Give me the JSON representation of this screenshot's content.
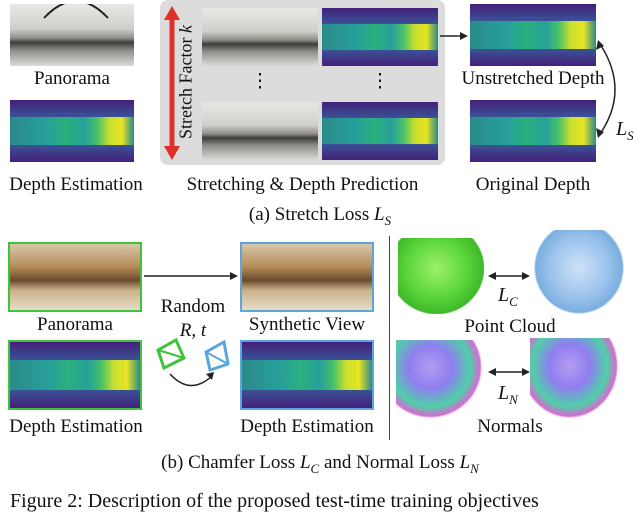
{
  "top": {
    "panorama_label": "Panorama",
    "depth_estimation_label": "Depth Estimation",
    "stretch_factor_label": "Stretch Factor",
    "stretch_factor_symbol": "k",
    "dots_left": "⋮",
    "dots_right": "⋮",
    "stretching_label": "Stretching & Depth Prediction",
    "unstretched_label": "Unstretched Depth",
    "original_label": "Original Depth",
    "ls_symbol": "L",
    "ls_sub": "S",
    "caption_prefix": "(a) Stretch Loss ",
    "caption_symbol": "L",
    "caption_sub": "S"
  },
  "bottom": {
    "panorama_label": "Panorama",
    "depth_estimation_left": "Depth Estimation",
    "random_label": "Random",
    "rt_label": "R, t",
    "synthetic_label": "Synthetic View",
    "depth_estimation_right": "Depth Estimation",
    "point_cloud_label": "Point Cloud",
    "normals_label": "Normals",
    "lc_symbol": "L",
    "lc_sub": "C",
    "ln_symbol": "L",
    "ln_sub": "N",
    "caption_prefix": "(b) Chamfer Loss ",
    "caption_mid": " and Normal Loss ",
    "caption_lc": "L",
    "caption_lc_sub": "C",
    "caption_ln": "L",
    "caption_ln_sub": "N"
  },
  "figure_caption": "Figure 2: Description of the proposed test-time training objectives"
}
